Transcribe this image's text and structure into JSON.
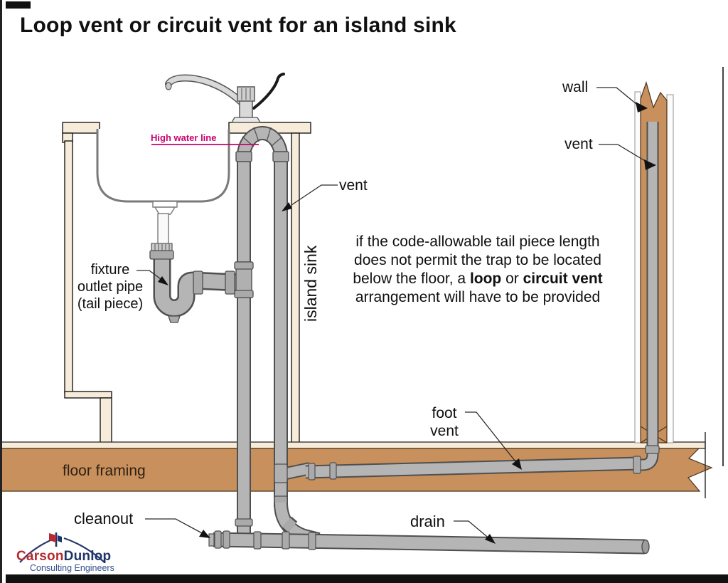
{
  "title": "Loop vent or circuit vent for an island sink",
  "labels": {
    "wall": "wall",
    "vent_wall": "vent",
    "vent_loop": "vent",
    "high_water_line": "High water line",
    "island_sink": "island sink",
    "fixture_outlet": "fixture\noutlet pipe\n(tail piece)",
    "floor_framing": "floor framing",
    "foot_vent": "foot\nvent",
    "cleanout": "cleanout",
    "drain": "drain"
  },
  "note": {
    "part1": "if the code-allowable tail piece length does not permit the trap to be located below the floor, a ",
    "bold1": "loop",
    "part2": " or ",
    "bold2": "circuit vent",
    "part3": " arrangement will have to be provided"
  },
  "logo": {
    "name_part1": "Carson",
    "name_part2": "Dunlop",
    "tagline": "Consulting Engineers"
  },
  "colors": {
    "wood_tan": "#c8905c",
    "cabinet_cream": "#f7ecd9",
    "pipe_gray": "#b5b5b5",
    "pipe_outline": "#4f4f4f",
    "high_water_magenta": "#cb0070",
    "logo_red": "#b62a31",
    "logo_navy": "#1f3468"
  }
}
